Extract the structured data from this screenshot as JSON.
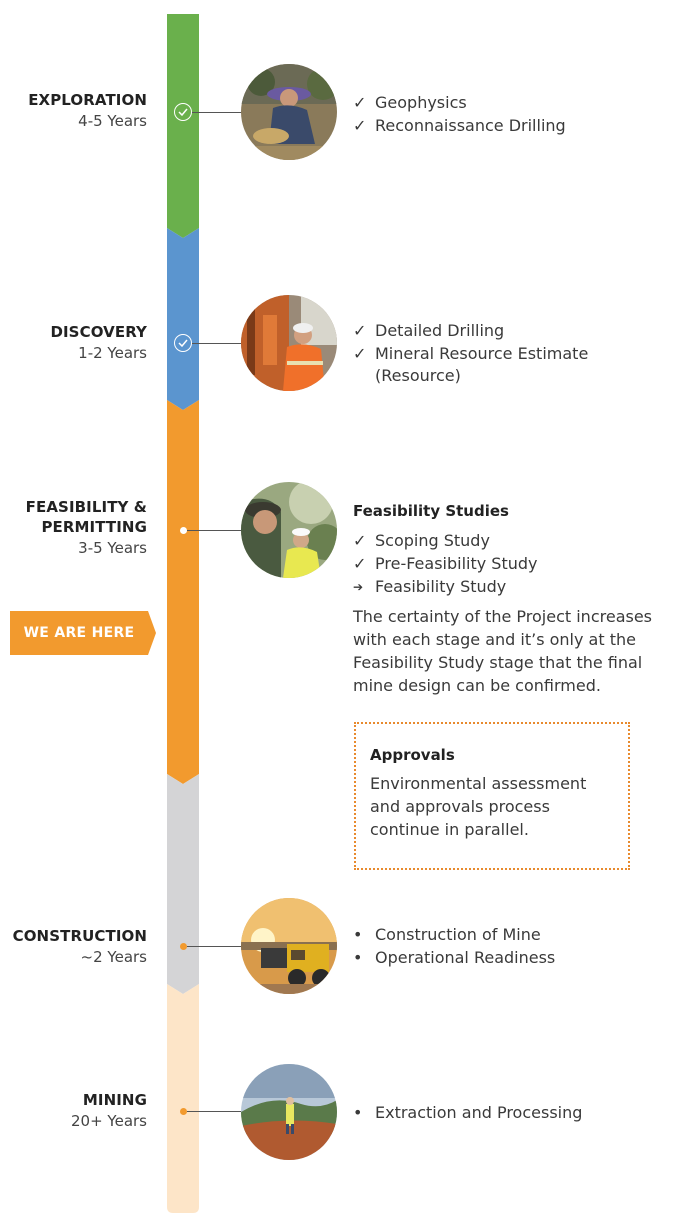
{
  "colors": {
    "exploration": "#6ab04c",
    "discovery": "#5b95cf",
    "feasibility": "#f29a2e",
    "construction": "#d4d4d6",
    "mining": "#fde5c8",
    "accent": "#f29a2e"
  },
  "stages": [
    {
      "name": "EXPLORATION",
      "duration": "4-5 Years",
      "marker": "check",
      "photo": "prospector-panning-photo",
      "items": [
        {
          "marker": "check",
          "text": "Geophysics"
        },
        {
          "marker": "check",
          "text": "Reconnaissance Drilling"
        }
      ]
    },
    {
      "name": "DISCOVERY",
      "duration": "1-2 Years",
      "marker": "check",
      "photo": "drill-rig-worker-photo",
      "items": [
        {
          "marker": "check",
          "text": "Detailed Drilling"
        },
        {
          "marker": "check",
          "text": "Mineral Resource Estimate (Resource)"
        }
      ]
    },
    {
      "name_line1": "FEASIBILITY &",
      "name_line2": "PERMITTING",
      "duration": "3-5 Years",
      "marker": "dot",
      "photo": "field-workers-photo",
      "title": "Feasibility Studies",
      "items": [
        {
          "marker": "check",
          "text": "Scoping Study"
        },
        {
          "marker": "check",
          "text": "Pre-Feasibility Study"
        },
        {
          "marker": "arrow",
          "text": "Feasibility Study"
        }
      ],
      "paragraph": "The certainty of the Project increases with each stage and it’s only at the Feasibility Study stage that the final mine design can be confirmed."
    },
    {
      "name": "CONSTRUCTION",
      "duration": "~2 Years",
      "marker": "dot",
      "photo": "haul-trucks-photo",
      "items": [
        {
          "marker": "bullet",
          "text": "Construction of Mine"
        },
        {
          "marker": "bullet",
          "text": "Operational Readiness"
        }
      ]
    },
    {
      "name": "MINING",
      "duration": "20+ Years",
      "marker": "dot",
      "photo": "worker-on-hill-photo",
      "items": [
        {
          "marker": "bullet",
          "text": "Extraction and Processing"
        }
      ]
    }
  ],
  "we_are_here": "WE ARE HERE",
  "approvals": {
    "title": "Approvals",
    "text": "Environmental assessment and approvals process continue in parallel."
  },
  "markers": {
    "check": "✓",
    "arrow": "➔",
    "bullet": "•"
  }
}
